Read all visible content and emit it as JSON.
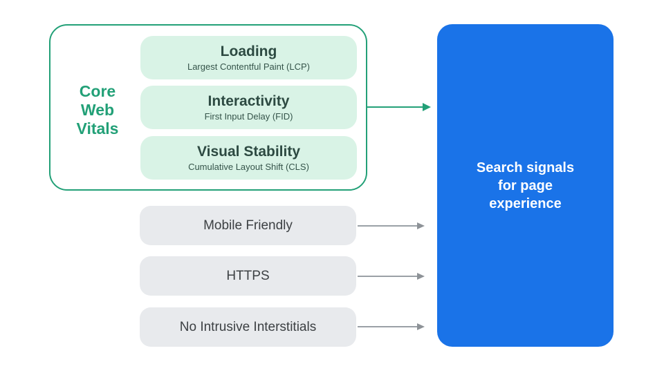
{
  "diagram": {
    "core_web_vitals": {
      "label": "Core Web Vitals",
      "metrics": [
        {
          "title": "Loading",
          "subtitle": "Largest Contentful Paint (LCP)"
        },
        {
          "title": "Interactivity",
          "subtitle": "First Input Delay (FID)"
        },
        {
          "title": "Visual Stability",
          "subtitle": "Cumulative Layout Shift (CLS)"
        }
      ]
    },
    "other_signals": [
      {
        "label": "Mobile Friendly"
      },
      {
        "label": "HTTPS"
      },
      {
        "label": "No Intrusive Interstitials"
      }
    ],
    "result_box": {
      "label": "Search signals for page experience"
    },
    "icons": {
      "green_arrow": "right-arrow-icon",
      "gray_arrow": "right-arrow-icon"
    },
    "colors": {
      "green": "#22a077",
      "mint_fill": "#d9f3e6",
      "metric_text": "#2d4a42",
      "blue": "#1a73e8",
      "gray_fill": "#e8eaed",
      "gray_text": "#3c4043",
      "gray_arrow": "#9aa0a6",
      "white": "#ffffff"
    }
  }
}
